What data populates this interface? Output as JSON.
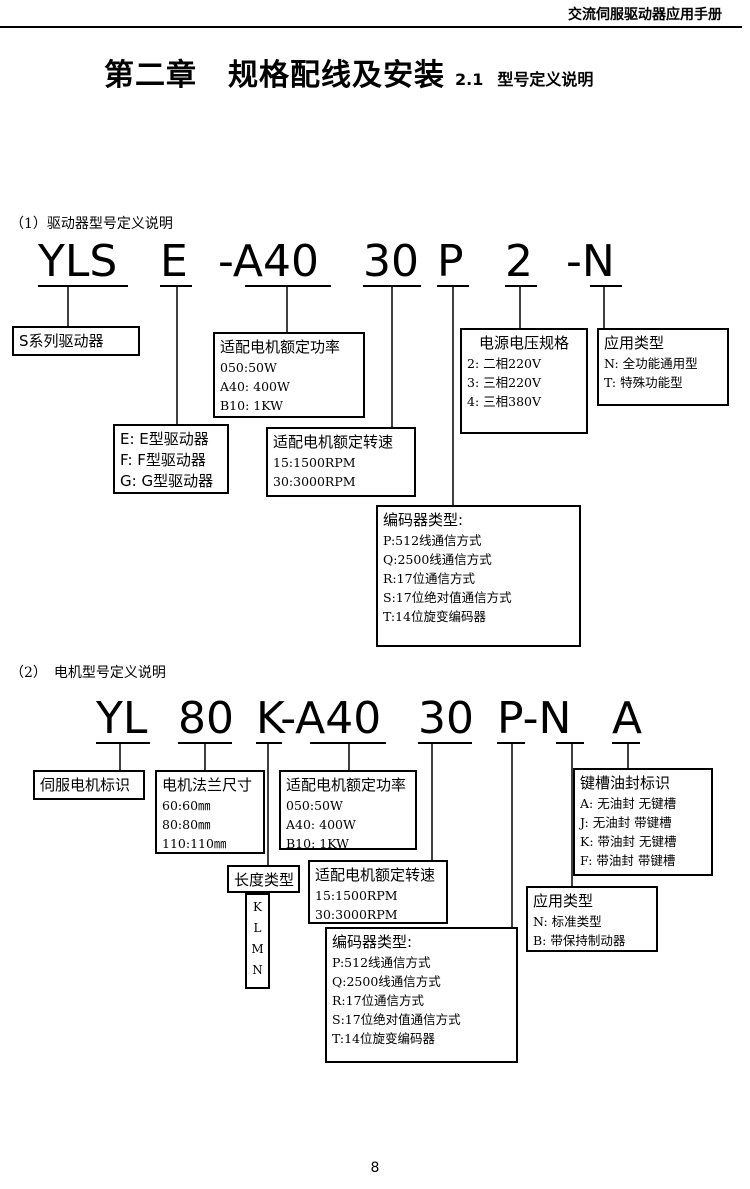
{
  "header": {
    "manual_title": "交流伺服驱动器应用手册"
  },
  "chapter": {
    "title": "第二章　规格配线及安装",
    "section_num": "2.1",
    "section_title": "型号定义说明"
  },
  "driver": {
    "heading": "（1）驱动器型号定义说明",
    "code": {
      "yls": "YLS",
      "e": "E",
      "a40": "-A40",
      "30": "30",
      "p": "P",
      "2": "2",
      "n": "-N"
    },
    "series": "S系列驱动器",
    "type": [
      "E: E型驱动器",
      "F: F型驱动器",
      "G: G型驱动器"
    ],
    "power": {
      "title": "适配电机额定功率",
      "items": [
        "050:50W",
        "A40: 400W",
        "B10: 1KW"
      ]
    },
    "speed": {
      "title": "适配电机额定转速",
      "items": [
        "15:1500RPM",
        "30:3000RPM"
      ]
    },
    "voltage": {
      "title": "电源电压规格",
      "items": [
        "2:  二相220V",
        "3:  三相220V",
        "4:  三相380V"
      ]
    },
    "app": {
      "title": "应用类型",
      "items": [
        "N:  全功能通用型",
        "T:  特殊功能型"
      ]
    },
    "encoder": {
      "title": "编码器类型:",
      "items": [
        "P:512线通信方式",
        "Q:2500线通信方式",
        "R:17位通信方式",
        "S:17位绝对值通信方式",
        "T:14位旋变编码器"
      ]
    }
  },
  "motor": {
    "heading": "（2）　电机型号定义说明",
    "code": {
      "yl": "YL",
      "80": "80",
      "k": "K-A40",
      "30": "30",
      "p": "P-N",
      "a": "A"
    },
    "series": "伺服电机标识",
    "flange": {
      "title": "电机法兰尺寸",
      "items": [
        "60:60㎜",
        "80:80㎜",
        "110:110㎜"
      ]
    },
    "length": {
      "title": "长度类型",
      "items": [
        "K",
        "L",
        "M",
        "N"
      ]
    },
    "power": {
      "title": "适配电机额定功率",
      "items": [
        "050:50W",
        "A40: 400W",
        "B10: 1KW"
      ]
    },
    "speed": {
      "title": "适配电机额定转速",
      "items": [
        "15:1500RPM",
        "30:3000RPM"
      ]
    },
    "encoder": {
      "title": "编码器类型:",
      "items": [
        "P:512线通信方式",
        "Q:2500线通信方式",
        "R:17位通信方式",
        "S:17位绝对值通信方式",
        "T:14位旋变编码器"
      ]
    },
    "seal": {
      "title": "键槽油封标识",
      "items": [
        "A:  无油封  无键槽",
        "J:  无油封  带键槽",
        "K:  带油封  无键槽",
        "F:  带油封  带键槽"
      ]
    },
    "app": {
      "title": "应用类型",
      "items": [
        "N:  标准类型",
        "B:  带保持制动器"
      ]
    }
  },
  "footer": {
    "page_number": "8"
  }
}
